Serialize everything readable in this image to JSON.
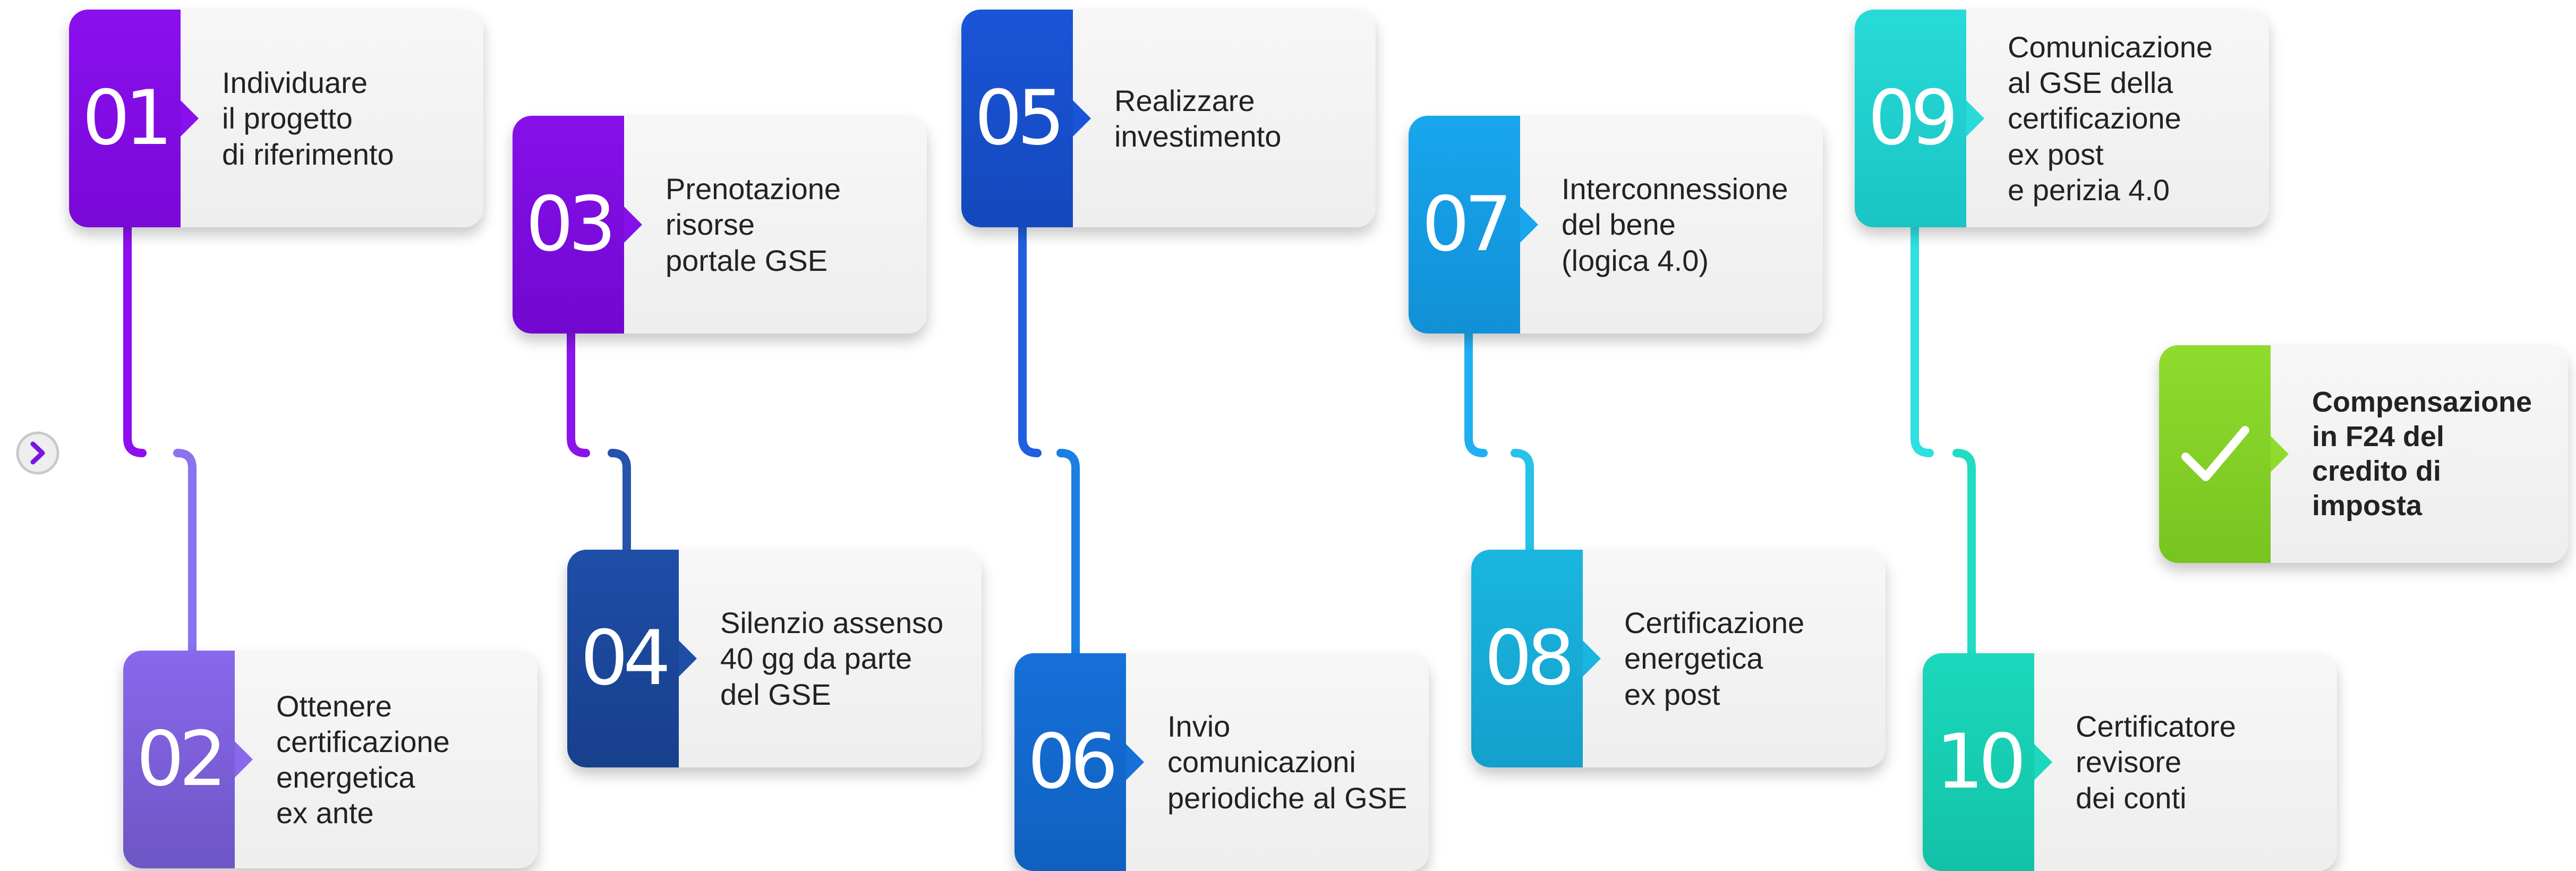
{
  "steps": [
    {
      "num": "01",
      "label": "Individuare\nil progetto\ndi riferimento",
      "color": "#8a10ee",
      "color_dark": "#7a08d8",
      "line": "#8e0ef0"
    },
    {
      "num": "02",
      "label": "Ottenere\ncertificazione\nenergetica\nex ante",
      "color": "#8a67ec",
      "color_dark": "#6d56c4",
      "line": "#8b72f0"
    },
    {
      "num": "03",
      "label": "Prenotazione\nrisorse\nportale GSE",
      "color": "#8610ea",
      "color_dark": "#7208d0",
      "line": "#8a14ea"
    },
    {
      "num": "04",
      "label": "Silenzio assenso\n40 gg da parte\ndel GSE",
      "color": "#1f4ea8",
      "color_dark": "#173f8c",
      "line": "#2553ad"
    },
    {
      "num": "05",
      "label": "Realizzare\ninvestimento",
      "color": "#1a55d8",
      "color_dark": "#1448bc",
      "line": "#1f5fe0"
    },
    {
      "num": "06",
      "label": "Invio\ncomunicazioni\nperiodiche al GSE",
      "color": "#1570d8",
      "color_dark": "#1160c0",
      "line": "#1a7ee2"
    },
    {
      "num": "07",
      "label": "Interconnessione\ndel bene\n(logica 4.0)",
      "color": "#18a6ee",
      "color_dark": "#1190d6",
      "line": "#20b0f2"
    },
    {
      "num": "08",
      "label": "Certificazione\nenergetica\nex post",
      "color": "#1ab6e0",
      "color_dark": "#14a0cc",
      "line": "#26c2e8"
    },
    {
      "num": "09",
      "label": "Comunicazione\nal GSE della\ncertificazione\nex post\ne perizia 4.0",
      "color": "#27dbd8",
      "color_dark": "#19c4c4",
      "line": "#2ee0e0"
    },
    {
      "num": "10",
      "label": "Certificatore\nrevisore\ndei conti",
      "color": "#1cd8bc",
      "color_dark": "#12c2a6",
      "line": "#22dcc2"
    }
  ],
  "final": {
    "label": "Compensazione\nin F24 del\ncredito di imposta",
    "icon": "check-icon",
    "color": "#8fdc2e",
    "color_dark": "#78c420",
    "line": "#9ee048"
  },
  "start": {
    "icon": "chevron-right-icon",
    "color": "#7a14e0"
  }
}
